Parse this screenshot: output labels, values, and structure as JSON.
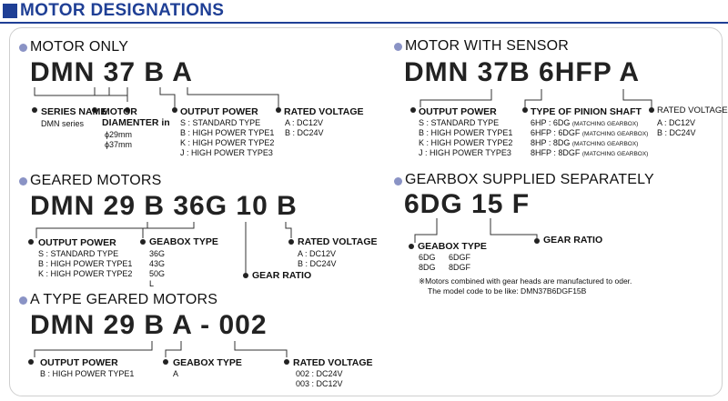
{
  "title": "MOTOR DESIGNATIONS",
  "motor_only": {
    "title": "MOTOR ONLY",
    "code": "DMN 37 B A",
    "series_label": "SERIES NAME",
    "series_val": "DMN series",
    "diameter_label1": "MOTOR",
    "diameter_label2": "DIAMENTER in",
    "diameter_vals": [
      "ϕ29mm",
      "ϕ37mm"
    ],
    "output_label": "OUTPUT POWER",
    "output_vals": [
      "S : STANDARD TYPE",
      "B : HIGH POWER TYPE1",
      "K : HIGH POWER TYPE2",
      "J : HIGH POWER TYPE3"
    ],
    "voltage_label": "RATED VOLTAGE",
    "voltage_vals": [
      "A : DC12V",
      "B : DC24V"
    ]
  },
  "motor_sensor": {
    "title": "MOTOR WITH SENSOR",
    "code": "DMN 37B 6HFP A",
    "output_label": "OUTPUT POWER",
    "output_vals": [
      "S : STANDARD TYPE",
      "B : HIGH POWER TYPE1",
      "K : HIGH POWER TYPE2",
      "J : HIGH POWER TYPE3"
    ],
    "pinion_label": "TYPE OF PINION SHAFT",
    "pinion_vals": [
      "6HP  : 6DG",
      "6HFP : 6DGF",
      "8HP  : 8DG",
      "8HFP : 8DGF"
    ],
    "pinion_note": "(MATCHING GEARBOX)",
    "voltage_label": "RATED VOLTAGE",
    "voltage_vals": [
      "A : DC12V",
      "B : DC24V"
    ]
  },
  "geared": {
    "title": "GEARED MOTORS",
    "code": "DMN 29 B 36G 10 B",
    "output_label": "OUTPUT POWER",
    "output_vals": [
      "S : STANDARD TYPE",
      "B : HIGH POWER TYPE1",
      "K : HIGH POWER TYPE2"
    ],
    "gearbox_label": "GEABOX TYPE",
    "gearbox_vals": [
      "36G",
      "43G",
      "50G",
      "L"
    ],
    "ratio_label": "GEAR RATIO",
    "voltage_label": "RATED VOLTAGE",
    "voltage_vals": [
      "A : DC12V",
      "B : DC24V"
    ]
  },
  "gearbox_sep": {
    "title": "GEARBOX SUPPLIED SEPARATELY",
    "code": "6DG 15 F",
    "ratio_label": "GEAR RATIO",
    "gearbox_label": "GEABOX TYPE",
    "gearbox_vals": [
      "6DG",
      "6DGF",
      "8DG",
      "8DGF"
    ],
    "note1": "※Motors combined with gear heads are manufactured to oder.",
    "note2": "The model code to be like: DMN37B6DGF15B"
  },
  "a_type": {
    "title": "A TYPE GEARED MOTORS",
    "code": "DMN 29 B A - 002",
    "output_label": "OUTPUT POWER",
    "output_vals": [
      "B : HIGH POWER TYPE1"
    ],
    "gearbox_label": "GEABOX TYPE",
    "gearbox_vals": [
      "A"
    ],
    "voltage_label": "RATED VOLTAGE",
    "voltage_vals": [
      "002 : DC24V",
      "003 : DC12V"
    ]
  }
}
